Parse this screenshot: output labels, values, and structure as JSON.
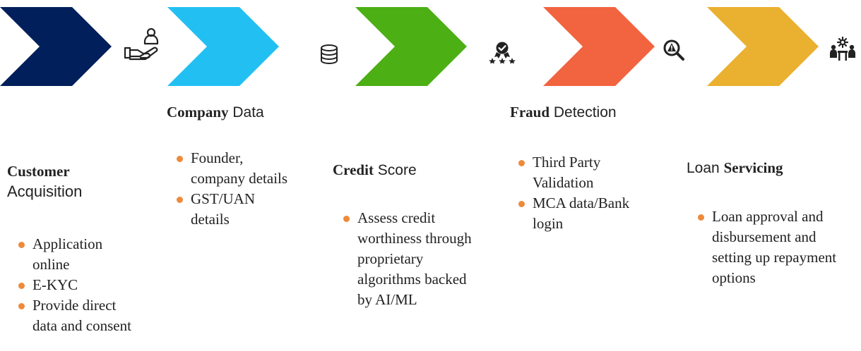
{
  "colors": {
    "step1": "#001f5b",
    "step2": "#22c0f2",
    "step3": "#4caf14",
    "step4": "#f26340",
    "step5": "#eab02f",
    "bullet": "#ee8a3a"
  },
  "icons": [
    "hand-user-icon",
    "database-icon",
    "rating-badge-icon",
    "magnify-alert-icon",
    "team-gear-icon"
  ],
  "steps": [
    {
      "title_bold": "Customer",
      "title_plain": "Acquisition",
      "bullets": [
        "Application online",
        "E-KYC",
        "Provide direct data and consent"
      ]
    },
    {
      "title_bold": "Company",
      "title_plain": " Data",
      "bullets": [
        "Founder, company details",
        "GST/UAN details"
      ]
    },
    {
      "title_bold": "Credit",
      "title_plain": " Score",
      "bullets": [
        "Assess credit worthiness through proprietary algorithms backed by AI/ML"
      ]
    },
    {
      "title_bold": "Fraud",
      "title_plain": " Detection",
      "bullets": [
        "Third Party Validation",
        "MCA data/Bank login"
      ]
    },
    {
      "title_plain": "Loan ",
      "title_bold": "Servicing",
      "bullets": [
        "Loan approval and disbursement and setting up repayment options"
      ]
    }
  ]
}
